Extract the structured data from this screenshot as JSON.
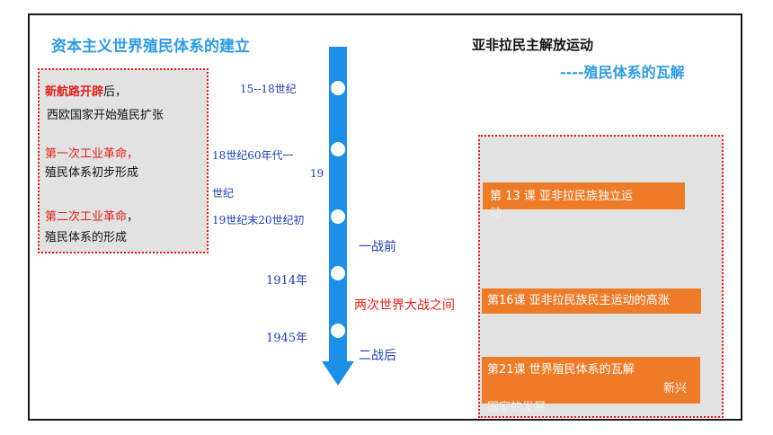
{
  "header": {
    "left_title": "资本主义世界殖民体系的建立",
    "right_title": "亚非拉民主解放运动",
    "right_subtitle": "----殖民体系的瓦解"
  },
  "left_panel": {
    "item1_highlight": "新航路开辟",
    "item1_suffix": "后，",
    "item1_line2": "西欧国家开始殖民扩张",
    "item2_highlight": "第一次工业革命，",
    "item2_line2": "殖民体系初步形成",
    "item3_highlight": "第二次工业革命",
    "item3_suffix": "，",
    "item3_line2": "殖民体系的形成"
  },
  "timeline": {
    "marks": [
      "15--18世纪",
      "18世纪60年代一",
      "19",
      "世纪",
      "19世纪末20世纪初",
      "1914年",
      "1945年"
    ],
    "phases": [
      "一战前",
      "两次世界大战之间",
      "二战后"
    ]
  },
  "right_panel": {
    "lesson1_line1": "第 13 课  亚非拉民族独立运",
    "lesson1_line2": "动",
    "lesson2": "第16课   亚非拉民族民主运动的高涨",
    "lesson3_line1": "第21课    世界殖民体系的瓦解",
    "lesson3_line2": "新兴",
    "lesson3_line3": "国家的发展"
  },
  "colors": {
    "accent_blue": "#2e9be0",
    "arrow_blue": "#1d8fe6",
    "highlight_red": "#e0201b",
    "lesson_orange": "#ee7b28",
    "panel_gray": "#e2e2e2"
  }
}
